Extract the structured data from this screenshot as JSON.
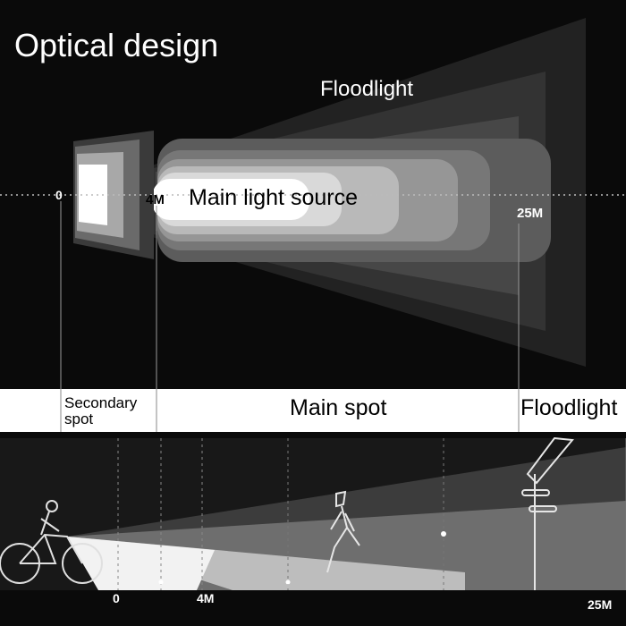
{
  "title": "Optical design",
  "beam_diagram": {
    "floodlight_label": "Floodlight",
    "main_source_label": "Main light source",
    "marker_0": "0",
    "marker_4m": "4M",
    "marker_25m": "25M"
  },
  "zones": {
    "secondary_spot": "Secondary\nspot",
    "main_spot": "Main spot",
    "floodlight": "Floodlight"
  },
  "scene_axis": {
    "label_0": "0",
    "label_4m": "4M",
    "label_25m": "25M"
  },
  "colors": {
    "background": "#0a0a0a",
    "beam_core": "#ffffff",
    "band": "#ffffff"
  }
}
